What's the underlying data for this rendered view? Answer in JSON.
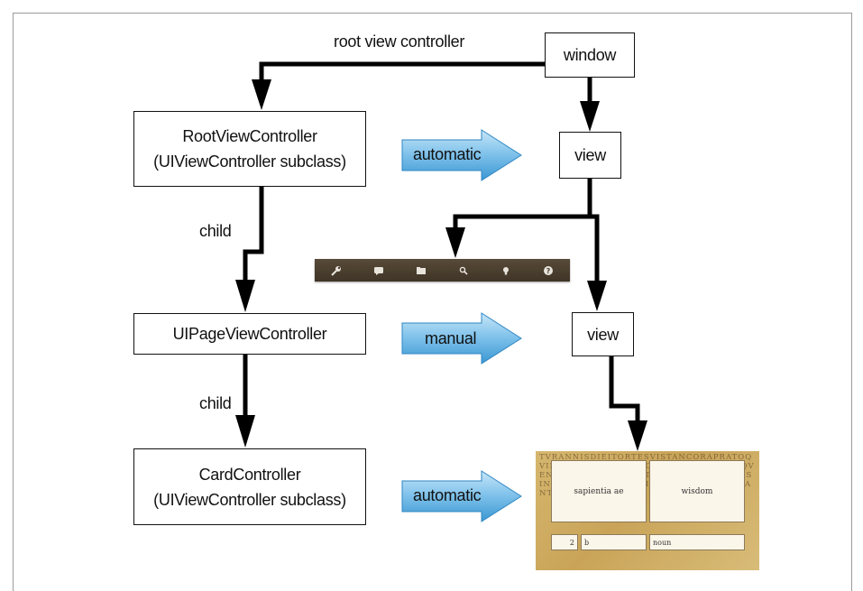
{
  "nodes": {
    "window": "window",
    "root_view_controller_line1": "RootViewController",
    "root_view_controller_line2": "(UIViewController subclass)",
    "view_top": "view",
    "page_view_controller": "UIPageViewController",
    "view_middle": "view",
    "card_controller_line1": "CardController",
    "card_controller_line2": "(UIViewController subclass)"
  },
  "edges": {
    "root_view_controller": "root view controller",
    "child_1": "child",
    "child_2": "child"
  },
  "big_arrows": {
    "top": "automatic",
    "middle": "manual",
    "bottom": "automatic"
  },
  "toolbar_icons": [
    "wrench-icon",
    "speech-bubble-icon",
    "folder-icon",
    "search-icon",
    "lightbulb-icon",
    "help-icon"
  ],
  "card_screenshot": {
    "term": "sapientia ae",
    "definition": "wisdom",
    "number": "2",
    "declension": "b",
    "part_of_speech": "noun",
    "manuscript_text": "TVRANNISDIEITORTESVISTANCORAPRATOQVIBANTVRSVBAQVAIDOBSVBEQVEROMOSQVENOSESQVANTERVOSTEPOSITDINESETATISINCONSANTIRORISAPITATAQVERORAPVLSANT"
  },
  "colors": {
    "arrow_fill_top": "#bfe2f6",
    "arrow_fill_bottom": "#3f9ad4",
    "arrow_stroke": "#2f86c2",
    "connector": "#000000",
    "toolbar": "#4a3e2e",
    "parchment": "#cfae63"
  }
}
